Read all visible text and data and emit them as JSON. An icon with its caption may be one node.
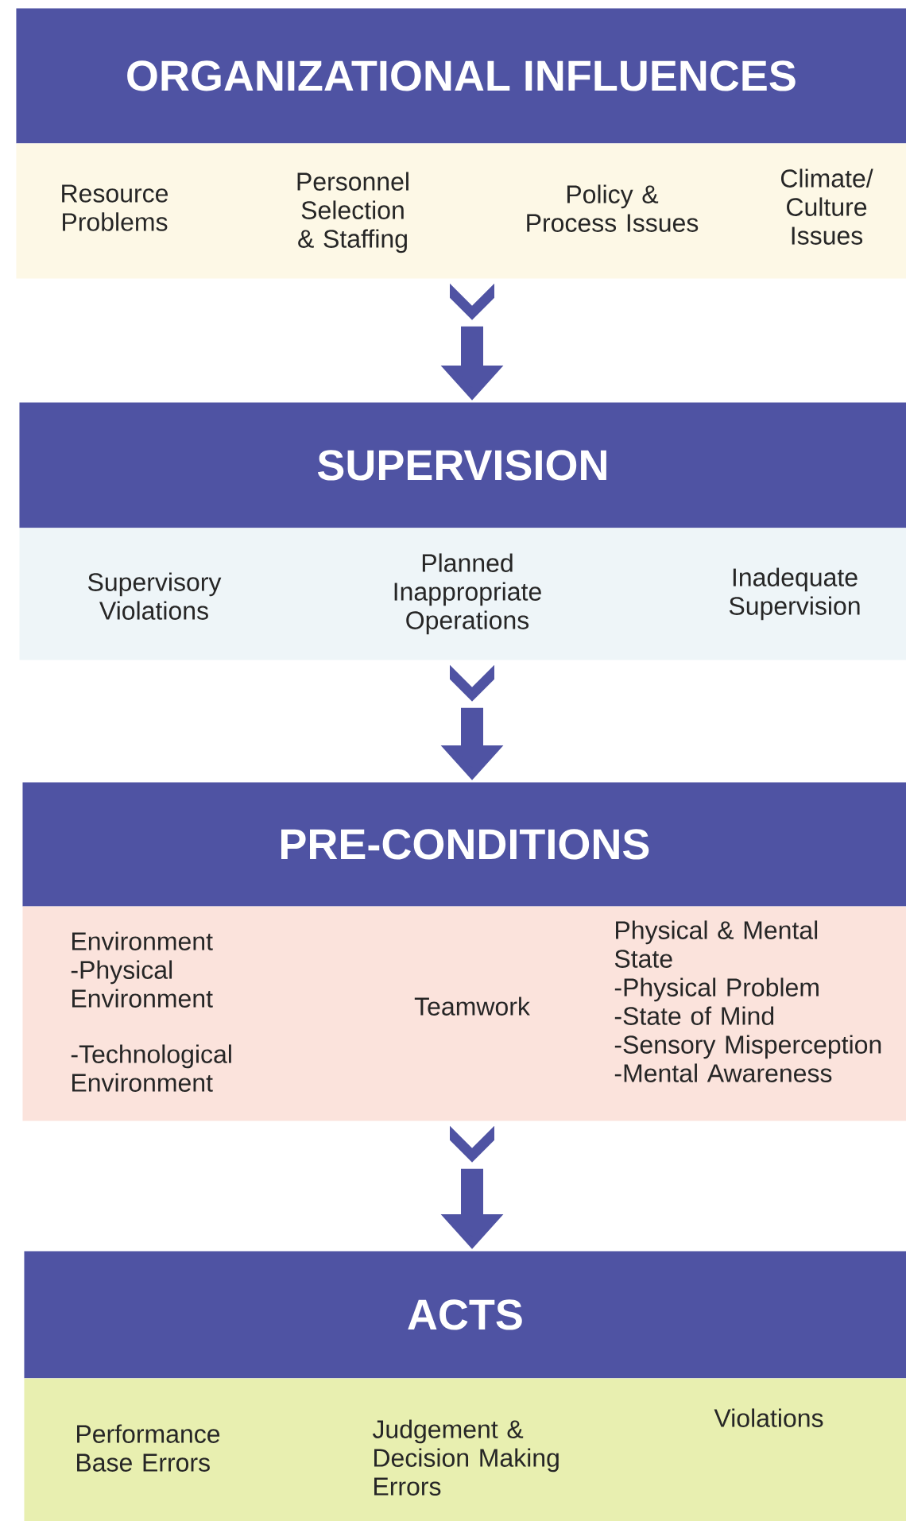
{
  "diagram": {
    "nodes": [
      {
        "text": [
          "ORGANIZATIONAL INFLUENCES"
        ]
      },
      {
        "text": [
          "Resource Problems",
          "Personnel Selection & Staffing",
          "Policy & Process Issues",
          "Climate/ Culture Issues"
        ]
      },
      {
        "text": [
          "SUPERVISION"
        ]
      },
      {
        "text": [
          "Supervisory Violations",
          "Planned Inappropriate Operations",
          "Inadequate Supervision"
        ]
      },
      {
        "text": [
          "PRE-CONDITIONS"
        ]
      },
      {
        "text": [
          "Environment",
          "-Physical Environment",
          "-Technological Environment",
          "Teamwork",
          "Physical & Mental State",
          "-Physical Problem",
          "-State of Mind",
          "-Sensory Misperception",
          "-Mental Awareness"
        ]
      },
      {
        "text": [
          "ACTS"
        ]
      },
      {
        "text": [
          "Performance Base Errors",
          "Judgement & Decision Making Errors",
          "Violations"
        ]
      }
    ],
    "edges": [
      {
        "from": 1,
        "to": 2,
        "arrow": "to"
      },
      {
        "from": 3,
        "to": 4,
        "arrow": "to"
      },
      {
        "from": 5,
        "to": 6,
        "arrow": "to"
      }
    ]
  }
}
